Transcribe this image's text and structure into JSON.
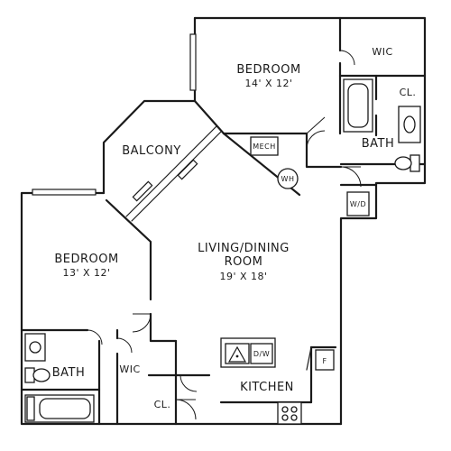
{
  "rooms": {
    "bedroom_upper": {
      "name": "BEDROOM",
      "size": "14' X 12'"
    },
    "wic_upper": "WIC",
    "closet_upper": "CL.",
    "bath_upper": "BATH",
    "mech": "MECH",
    "water_heater": "WH",
    "washer_dryer": "W/D",
    "balcony": "BALCONY",
    "living_dining": {
      "name_line1": "LIVING/DINING",
      "name_line2": "ROOM",
      "size": "19' X 18'"
    },
    "bedroom_lower": {
      "name": "BEDROOM",
      "size": "13' X 12'"
    },
    "bath_lower": "BATH",
    "wic_lower": "WIC",
    "closet_lower": "CL.",
    "kitchen": "KITCHEN",
    "dishwasher": "D/W",
    "fridge": "F"
  }
}
